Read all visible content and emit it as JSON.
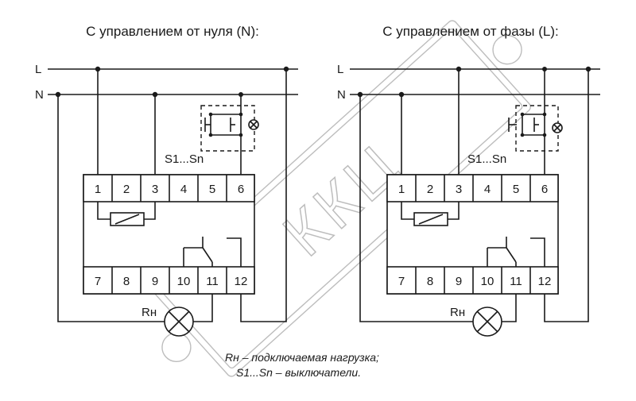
{
  "titles": {
    "left": "С управлением от нуля (N):",
    "right": "С управлением от фазы (L):"
  },
  "lines": {
    "phase": "L",
    "neutral": "N"
  },
  "terminals_top": [
    "1",
    "2",
    "3",
    "4",
    "5",
    "6"
  ],
  "terminals_bottom": [
    "7",
    "8",
    "9",
    "10",
    "11",
    "12"
  ],
  "switches_label": "S1...Sn",
  "load_label": "Rн",
  "legend": {
    "line1": "Rн – подключаемая нагрузка;",
    "line2": "S1...Sn – выключатели."
  },
  "watermark": "ККЦ"
}
